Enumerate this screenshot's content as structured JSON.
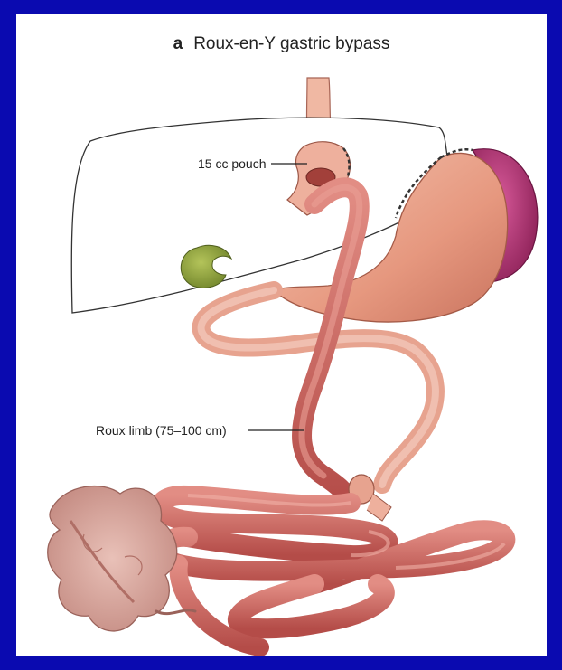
{
  "figure": {
    "panel_letter": "a",
    "title": "Roux-en-Y gastric bypass"
  },
  "labels": {
    "pouch": "15 cc pouch",
    "roux_limb": "Roux limb (75–100 cm)"
  },
  "colors": {
    "background": "#0a0ab0",
    "panel": "#ffffff",
    "liver_outline": "#333333",
    "stomach": "#e9a58e",
    "spleen": "#b02f72",
    "gallbladder": "#8fa23c",
    "intestine": "#c9605a",
    "pancreas_mesentery": "#d7a49d"
  }
}
